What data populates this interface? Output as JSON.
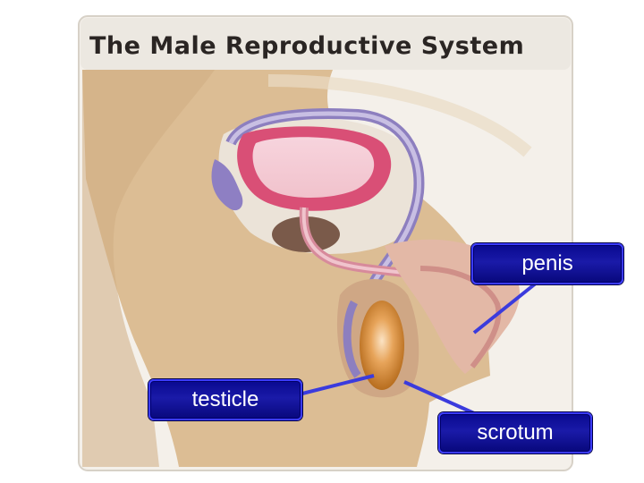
{
  "title": "The Male Reproductive System",
  "labels": {
    "penis": "penis",
    "testicle": "testicle",
    "scrotum": "scrotum"
  },
  "colors": {
    "skin": "#dcbd94",
    "background": "#f3efe9",
    "bladder": "#d94f76",
    "vas_deferens": "#9a8ec2",
    "testicle": "#d99a3c",
    "label_box": "#0f0f9a",
    "leader_line": "#3b3bdd"
  }
}
